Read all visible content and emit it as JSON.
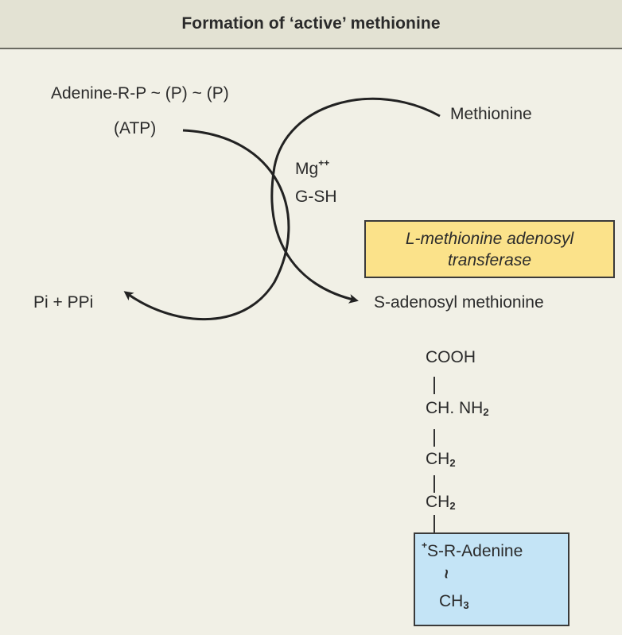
{
  "title": "Formation of ‘active’ methionine",
  "labels": {
    "atp_formula": "Adenine-R-P ~ (P) ~ (P)",
    "atp": "(ATP)",
    "methionine": "Methionine",
    "mg": "Mg",
    "mg_charge": "++",
    "gsh": "G-SH",
    "pi_ppi": "Pi + PPi",
    "sam": "S-adenosyl methionine"
  },
  "enzyme": {
    "line1": "L-methionine adenosyl",
    "line2": "transferase",
    "color": "#fbe28a"
  },
  "structure": {
    "cooh": "COOH",
    "ch_nh": "CH. NH",
    "nh_sub": "2",
    "ch2_a": "CH",
    "ch2_a_sub": "2",
    "ch2_b": "CH",
    "ch2_b_sub": "2",
    "s_plus": "+",
    "s_adenine": "S-R-Adenine",
    "tilde": "~",
    "ch3": "CH",
    "ch3_sub": "3",
    "box_color": "#c4e4f6"
  }
}
